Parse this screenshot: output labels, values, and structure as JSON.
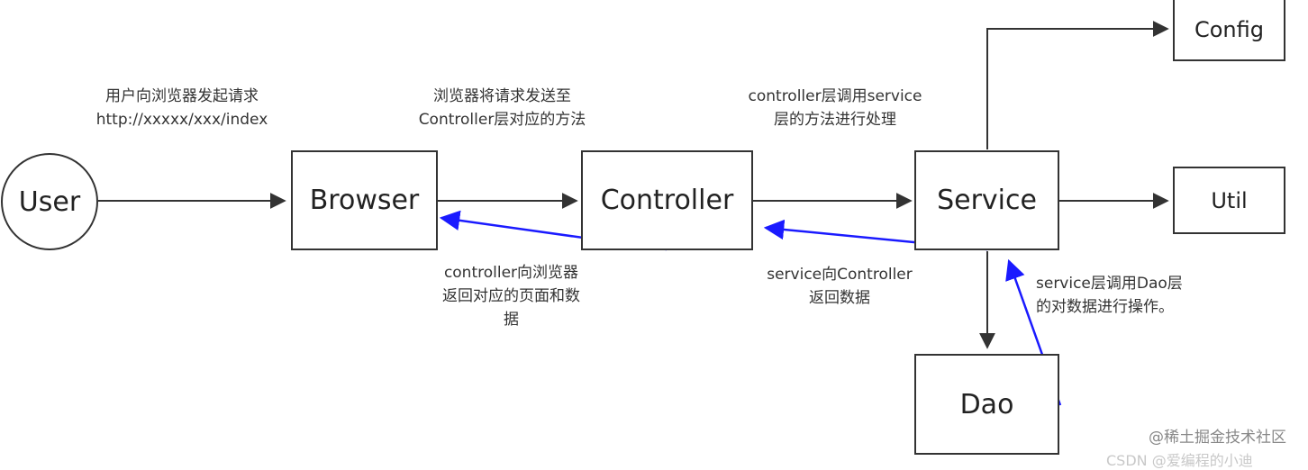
{
  "nodes": {
    "user": "User",
    "browser": "Browser",
    "controller": "Controller",
    "service": "Service",
    "config": "Config",
    "util": "Util",
    "dao": "Dao"
  },
  "notes": {
    "user_request": [
      "用户向浏览器发起请求",
      "http://xxxxx/xxx/index"
    ],
    "browser_to_controller": [
      "浏览器将请求发送至",
      "Controller层对应的方法"
    ],
    "controller_to_service": [
      "controller层调用service",
      "层的方法进行处理"
    ],
    "controller_return": [
      "controller向浏览器",
      "返回对应的页面和数",
      "据"
    ],
    "service_return": [
      "service向Controller",
      "返回数据"
    ],
    "service_dao": [
      "service层调用Dao层",
      "的对数据进行操作。"
    ]
  },
  "watermark": "@稀土掘金技术社区",
  "watermark_partial": "CSDN @爱编程的小迪",
  "colors": {
    "forward_arrow": "#333333",
    "return_arrow": "#1a1aff"
  }
}
